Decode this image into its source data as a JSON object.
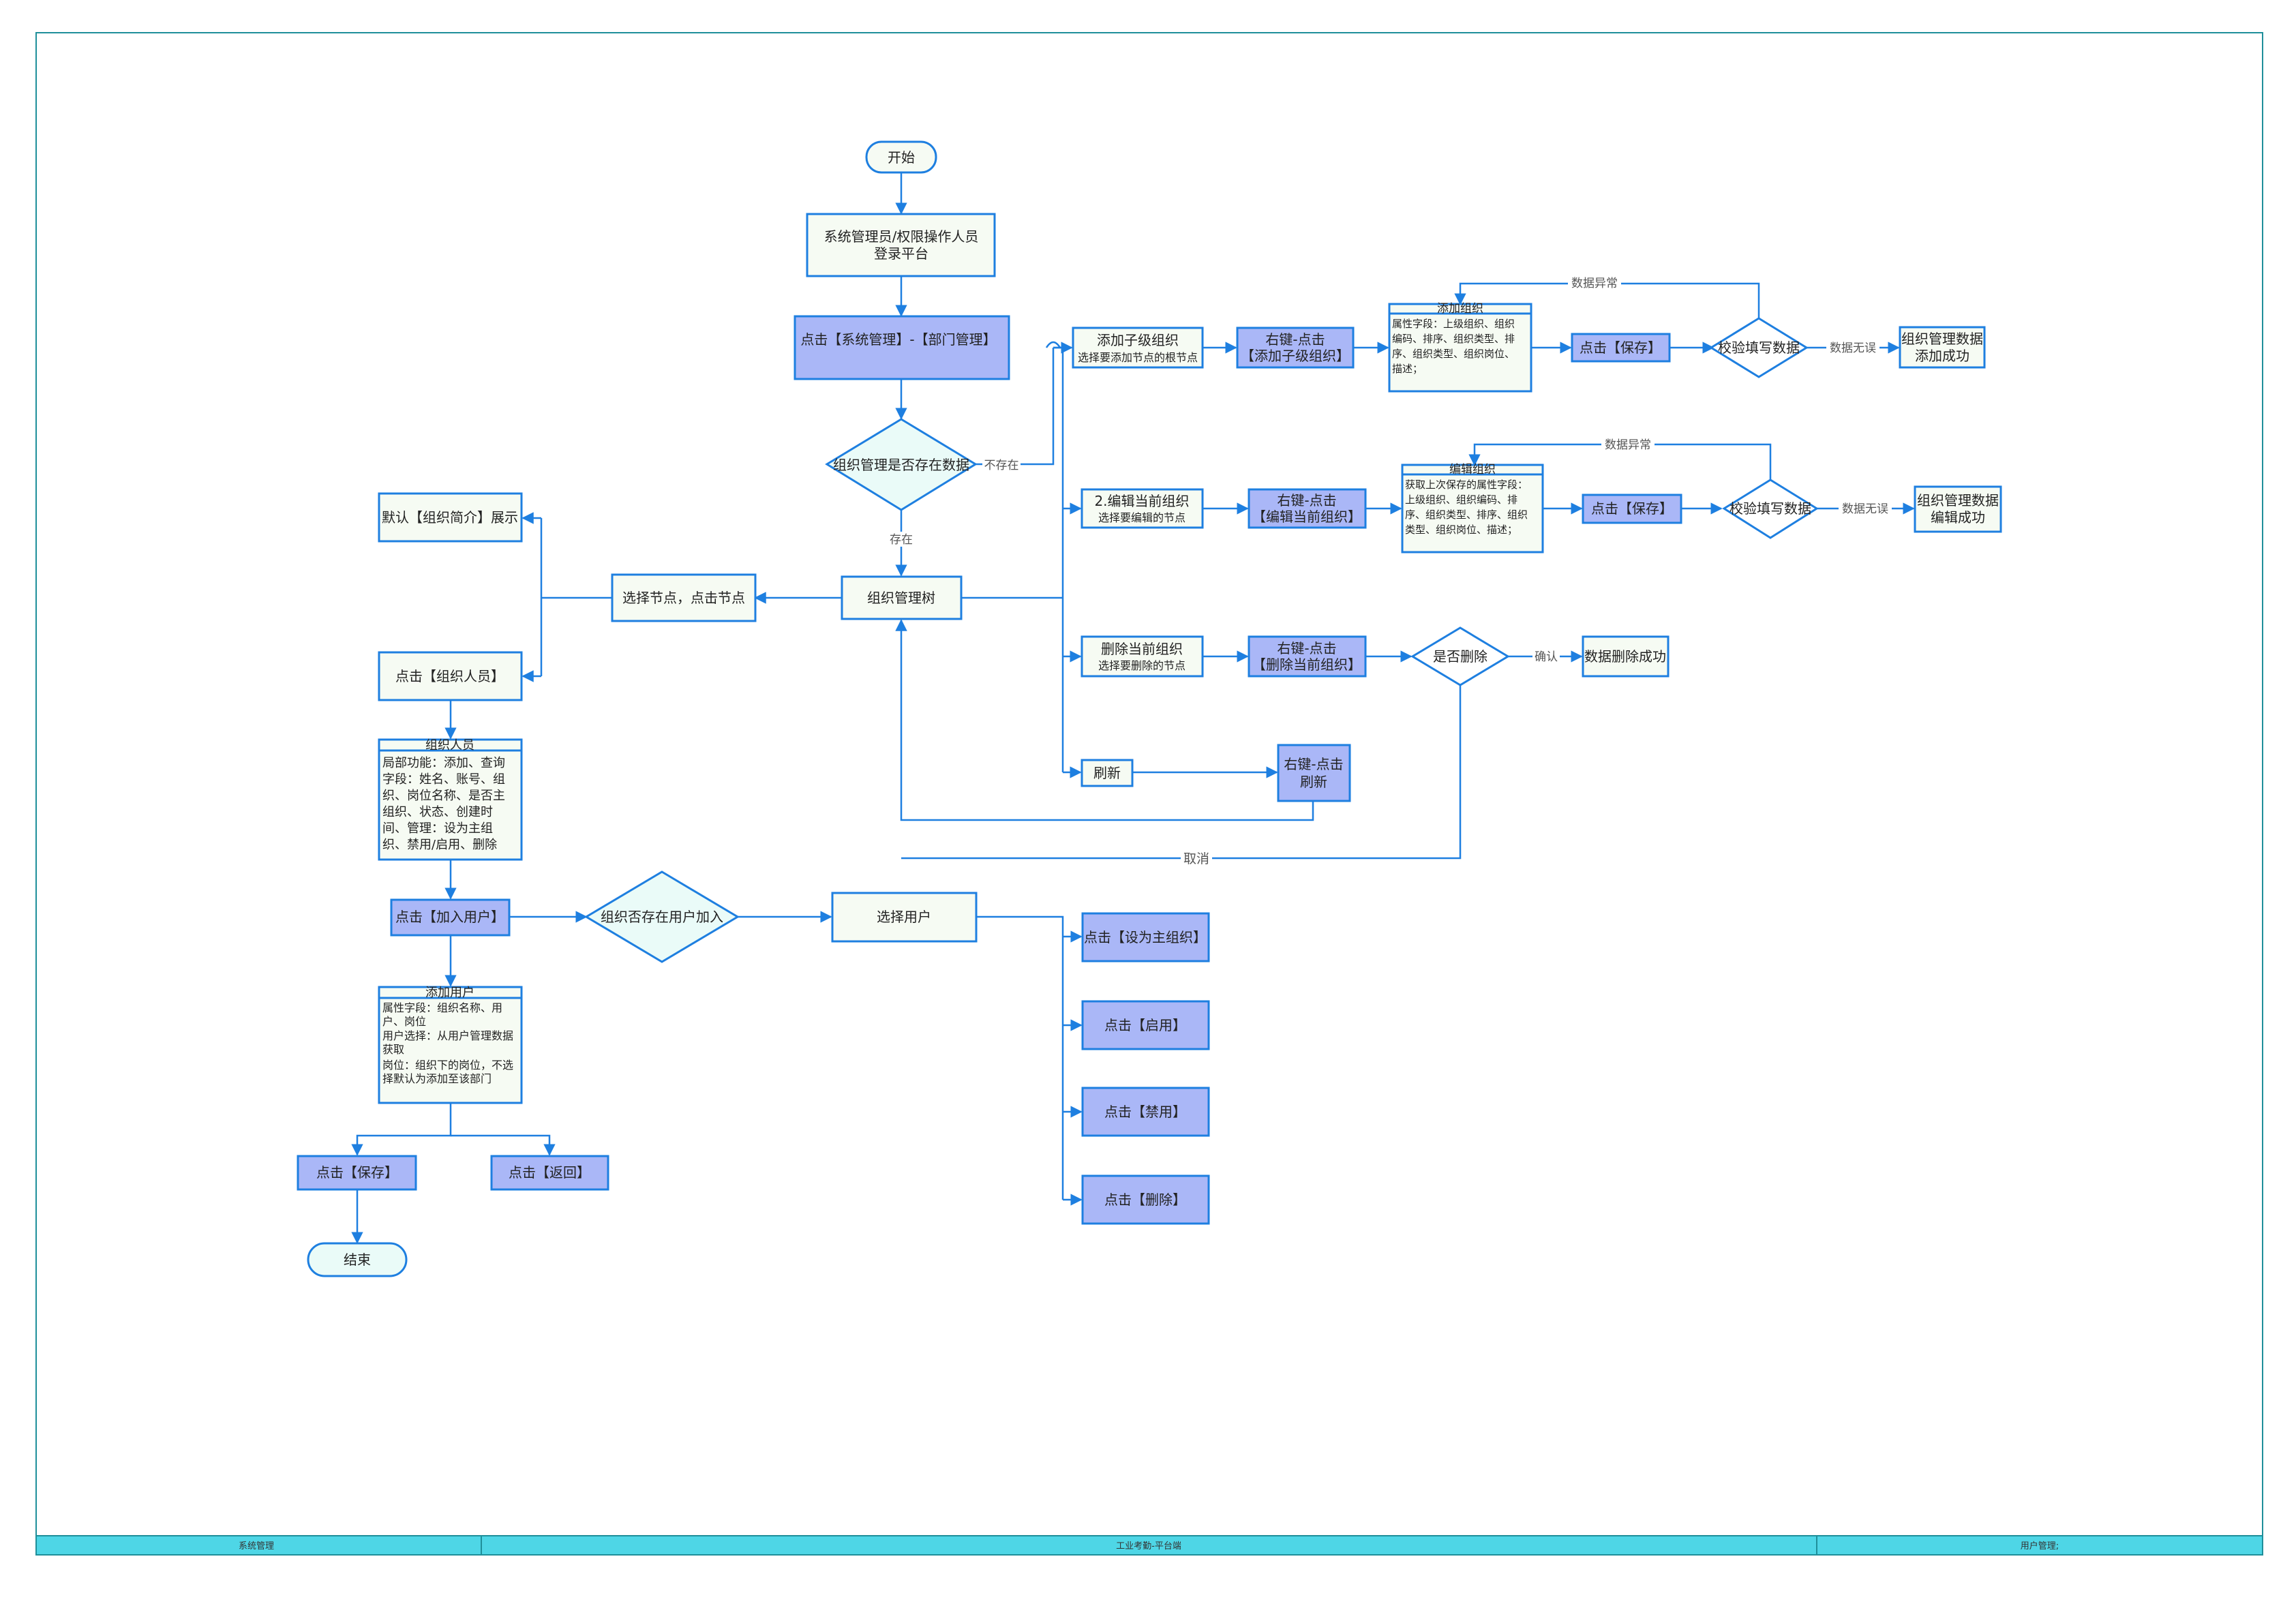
{
  "colors": {
    "frame": "#1f8f9a",
    "stroke": "#1e7fe0",
    "box_fill": "#f6fbf3",
    "action_fill": "#aab7f7",
    "footer_fill": "#4ed6e6",
    "text": "#222222",
    "label": "#555555"
  },
  "nodes": {
    "start": "开始",
    "login_1": "系统管理员/权限操作人员",
    "login_2": "登录平台",
    "dept_mgmt": "点击【系统管理】-【部门管理】",
    "has_data": "组织管理是否存在数据",
    "org_tree": "组织管理树",
    "select_node": "选择节点，点击节点",
    "default_show": "默认【组织简介】展示",
    "click_members": "点击【组织人员】",
    "members_title": "组织人员",
    "members_body": [
      "局部功能：添加、查询",
      "字段：姓名、账号、组",
      "织、岗位名称、是否主",
      "组织、状态、创建时",
      "间、管理：设为主组",
      "织、禁用/启用、删除"
    ],
    "join_user": "点击【加入用户】",
    "user_exists": "组织否存在用户加入",
    "select_user": "选择用户",
    "set_main": "点击【设为主组织】",
    "enable": "点击【启用】",
    "disable": "点击【禁用】",
    "delete_user": "点击【删除】",
    "add_user_title": "添加用户",
    "add_user_body": [
      "属性字段：组织名称、用",
      "户、岗位",
      "用户选择：从用户管理数据",
      "获取",
      "岗位：组织下的岗位，不选",
      "择默认为添加至该部门"
    ],
    "save": "点击【保存】",
    "back": "点击【返回】",
    "end": "结束",
    "add_child_1": "添加子级组织",
    "add_child_2": "选择要添加节点的根节点",
    "rc_add_1": "右键-点击",
    "rc_add_2": "【添加子级组织】",
    "add_org_title": "添加组织",
    "add_org_body": [
      "属性字段：上级组织、组织",
      "编码、排序、组织类型、排",
      "序、组织类型、组织岗位、",
      "描述；"
    ],
    "save_add": "点击【保存】",
    "verify_add": "校验填写数据",
    "add_ok_1": "组织管理数据",
    "add_ok_2": "添加成功",
    "edit_1": "2.编辑当前组织",
    "edit_2": "选择要编辑的节点",
    "rc_edit_1": "右键-点击",
    "rc_edit_2": "【编辑当前组织】",
    "edit_org_title": "编辑组织",
    "edit_org_body": [
      "获取上次保存的属性字段：",
      "上级组织、组织编码、排",
      "序、组织类型、排序、组织",
      "类型、组织岗位、描述；"
    ],
    "save_edit": "点击【保存】",
    "verify_edit": "校验填写数据",
    "edit_ok_1": "组织管理数据",
    "edit_ok_2": "编辑成功",
    "del_1": "删除当前组织",
    "del_2": "选择要删除的节点",
    "rc_del_1": "右键-点击",
    "rc_del_2": "【删除当前组织】",
    "confirm_del": "是否删除",
    "del_ok": "数据删除成功",
    "refresh": "刷新",
    "rc_refresh_1": "右键-点击",
    "rc_refresh_2": "刷新"
  },
  "edge_labels": {
    "not_exist": "不存在",
    "exist": "存在",
    "data_error_1": "数据异常",
    "data_ok_1": "数据无误",
    "data_error_2": "数据异常",
    "data_ok_2": "数据无误",
    "confirm": "确认",
    "cancel": "取消"
  },
  "footer": {
    "left": "系统管理",
    "center": "工业考勤-平台端",
    "right": "用户管理;"
  }
}
